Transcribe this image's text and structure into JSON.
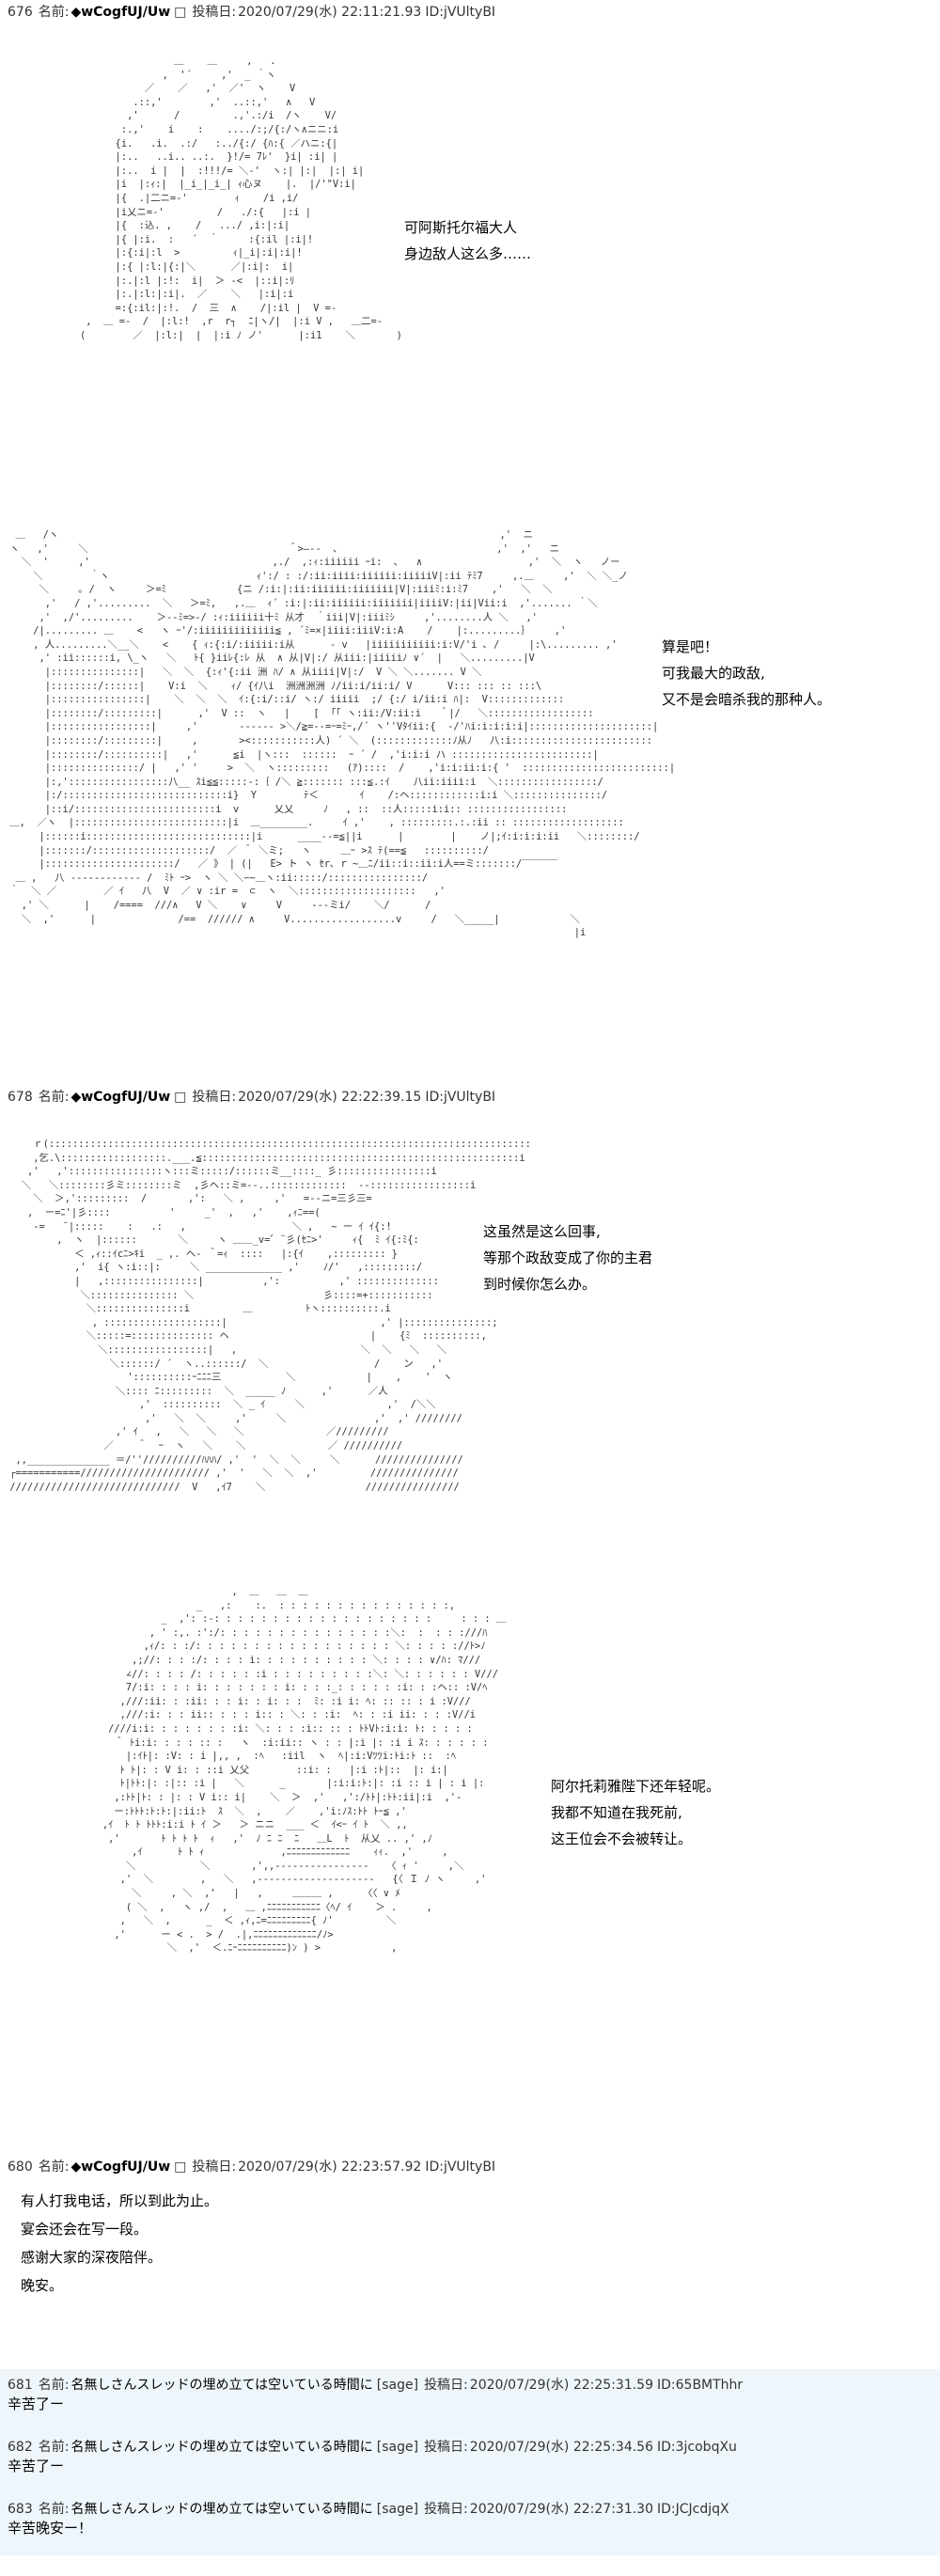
{
  "posts": {
    "p676": {
      "num": "676",
      "name_label": "名前:",
      "name": "◆wCogfUJ/Uw",
      "icon": "□",
      "posted_label": "投稿日:",
      "date": "2020/07/29(水) 22:11:21.93",
      "id": "ID:jVUltyBI",
      "dialogue1": [
        "可阿斯托尔福大人",
        "身边敌人这么多……"
      ],
      "dialogue2": [
        "算是吧！",
        "可我最大的政敌,",
        "又不是会暗杀我的那种人。"
      ]
    },
    "p678": {
      "num": "678",
      "name_label": "名前:",
      "name": "◆wCogfUJ/Uw",
      "icon": "□",
      "posted_label": "投稿日:",
      "date": "2020/07/29(水) 22:22:39.15",
      "id": "ID:jVUltyBI",
      "dialogue1": [
        "这虽然是这么回事,",
        "等那个政敌变成了你的主君",
        "到时候你怎么办。"
      ],
      "dialogue2": [
        "阿尔托莉雅陛下还年轻呢。",
        "我都不知道在我死前,",
        "这王位会不会被转让。"
      ]
    },
    "p680": {
      "num": "680",
      "name_label": "名前:",
      "name": "◆wCogfUJ/Uw",
      "icon": "□",
      "posted_label": "投稿日:",
      "date": "2020/07/29(水) 22:23:57.92",
      "id": "ID:jVUltyBI",
      "lines": [
        "有人打我电话，所以到此为止。",
        "宴会还会在写一段。",
        "感谢大家的深夜陪伴。",
        "晚安。"
      ]
    }
  },
  "replies": [
    {
      "num": "681",
      "name_label": "名前:",
      "name": "名無しさんスレッドの埋め立ては空いている時間に",
      "sage": "[sage]",
      "posted_label": "投稿日:",
      "date": "2020/07/29(水) 22:25:31.59",
      "id": "ID:65BMThhr",
      "msg": "辛苦了ー"
    },
    {
      "num": "682",
      "name_label": "名前:",
      "name": "名無しさんスレッドの埋め立ては空いている時間に",
      "sage": "[sage]",
      "posted_label": "投稿日:",
      "date": "2020/07/29(水) 22:25:34.56",
      "id": "ID:3jcobqXu",
      "msg": "辛苦了ー"
    },
    {
      "num": "683",
      "name_label": "名前:",
      "name": "名無しさんスレッドの埋め立ては空いている時間に",
      "sage": "[sage]",
      "posted_label": "投稿日:",
      "date": "2020/07/29(水) 22:27:31.30",
      "id": "ID:JCJcdjqX",
      "msg": "辛苦晚安ー！"
    }
  ],
  "ascii_art": {
    "aa1": "                    ＿    ＿     ,   .\n                  ,  '´     ,'  _ ｀ヽ\n               ／    ／   ,'  ／'  ヽ    V\n             .::,'        ,'  ..::,'   ∧   V\n            ,'      /         .,'.:/i  /ヽ    V/\n           :.,'    i    :    ..../:;/{:/ヽ∧ニニ:i\n          {i.   .i.  .:/   :../{:/ {ﾊ:{ ／ハニ:{|\n          |:..   ..i.. ..:.  }!/= 7ﾚ'  }i| :i| |\n          |:..  i |  |  :!!!/= ＼-'  ヽ:| |:|  |:| i|\n          |i  |:ｨ:|  |_i_|_i_| ｨ心ヌ    |.  |/'\"V:i|\n          |{  .|二ニ=-'        ｨ    /i ,i/\n          |i乂ニ=-'         /   ./:{   |:i |\n          |{  :込. ,    /   .../ ,i:|:i|\n          |{ |:i.  :   ´  ｀     :{:il |:i|!\n          |:{:i|:l  >         ｨ|_i|:i|:i|!\n          |:{ |:l:|{:|＼      ／|:i|:  i|\n          |:.|:l |:!:  i|  ＞ -<  |::i|:ﾘ\n          |:.|:l:|:i|.  ／    ＼   |:i|:i\n          =:{:il:|:!.  /  三  ∧    /|:il |  V =-\n     ,  ＿ =-  /  |:l:!  ,r  r┐  ﾆ|ヽ/|  |:i V ,   ＿二=-\n    (        ／  |:l:|  |  |:i ﾉ ノ'      |:i1    ＼       )",
    "aa2": "  ＿   /ヽ                                                                           ,'  ニ\n ヽ   ,'     ＼                                  ＾>―--  ､                           ,'  ,'   ニ\n   ＼  '     ,'                               ,./  ,:ｨ:iiiiii ｰi:  ､   ∧                  ,'  ＼  ヽ   ノー\n     ＼        ｀ヽ                         ｨ':/ : :/:ii:iiii:iiiiii:iiiiiV|:ii ﾃﾐ7     ,.＿     ,'  ＼ ＼_ノ\n      ＼     ｡ /  ヽ     ＞=ﾐ            {ニ /:i:|:ii:iiiiii:iiiiiii|V|:iiiﾐ:i:ﾐ7    ,'   ＼  ＼\n       ,'   / ,'.........  ＼   ＞=ﾐ,   ,.＿  ｨ´ :i:|:ii:iiiiii:iiiiiii|iiiiV:|ii|Vii:i  ,'....... ｀＼\n      ,'  ,/'.........    ＞--ﾐ=>-/ :ｨ:iiiiii十ﾐ 从才  ｀iii|V|:iiiﾐｼ     ,'........人 ＼   ,'\n     /|......... ＿    <   ヽ ｰ'/:iiiiiiiiiiiii≦ , ´ﾐ=×|iiii:iiiV:i:A    /    |:.........｝    ,'\n     , 人.........＼__＼    <    { ｨ:{:i/:iiiii:i从      - v   |iiiiiiiiiii:i:V/'i ､ /     |:\\......... ,'\n      ,' :ii::::::i, \\_ヽ   ＼   ﾄ{ }iiﾚ{:ﾚ 从  ∧ 从|V|:/ 从iii:|iiiiiﾉ ∨´  |   ＼.........|V\n       |:::::::::::::::|   ＼  ＼  {:ｨ'{:ii 洲 ﾊ/ ∧ 从iiii|V|:/  V ＼ ＼....... V ＼\n       |::::::::/::::::|    V:i  ＼    ｨ/ {ｲ八i  洲洲洲洲 ﾉ/ii:i/ii:i/ V      V::: ::: :: :::\\\n       |::::::::::::::::|    ＼  ＼  ＼  ｲ:{:i/::i/ ヽ:/ iiiii  ;/ {:/ i/ii:i ﾊ|:  V:::::::::::::\n       |::::::::/:::::::::|      ,'  V ::  ヽ   |    [  ｢｢ ヽ:ii:/V:ii:i   ＾|/   ＼::::::::::::::::::\n       |:::::::::::::::::|     ,'       ------ >＼/≧=-‐=ｰ=ﾐｰ,/´ ヽ''Vﾀｲii:{  -/'ﾊi:i:i:i:i|:::::::::::::::::::::|\n       |::::::::/:::::::::|     ,       ><:::::::::::人) ´ ＼  (:::::::::::::ﾉ从ﾉ   八:i::::::::::::::::::::::::\n       |::::::::/::::::::::|   ,'      ≦i  |ヽ:::  ::::::  ｰ ´ /  ,'i:i:i ハ ::::::::::::::::::::::::|\n       |:::::::::::::::/ |   ,' '     >  ＼  ヽ:::::::::   (ｱ)::::  /    ,'i:i:ii:i:{ '  :::::::::::::::::::::::::|\n       |:,':::::::::::::::::八__ ｽi≦≦:::::-:｛ /＼ ≧::::::: :::≦.:ｲ    八ii:iiii:i  ＼:::::::::::::::::/\n       |:/::::::::::::::::::::::::::::i}  Y        ﾃ＜       ｲ    /:ヘ::::::::::::i:i ＼:::::::::::::::/\n       |::i/::::::::::::::::::::::::i  v      乂乂     ﾉ   , ::  ::人:::::i:i:: :::::::::::::::::\n ＿,  ／ヽ  |::::::::::::::::::::::::::|i  ＿________.     ｲ ,'    , :::::::::.:.:ii :: :::::::::::::::::::\n      |::::::i::::::::::::::::::::::::::::|i      ____--=≦||i      |        |    ノ|;ｲ:i:i:i:ii   ＼::::::::/\n      |:::::::/::::::::::::::::::::/  ／ ＾ ＼ミ;   ヽ     ＿ｰ >ｽ ﾃ(==≦   ::::::::::/\n      |::::::::::::::::::::::/   ／ 》 | (|   E> ト ヽ ｾr､ r ~＿ﾆ/ii::i::ii:i人==ミ:::::::/‾‾‾‾‾‾\n  ＿ ,   八 ‐‐‐‐‐‐‐‐‐‐‐‐ /  ﾐﾄ ｰ>  ヽ ＼ ＼∽~＿ヽ:ii:::::/::::::::::::::::/\n ｀  ＼ ／        ／ ｲ   八  V  ／ ∨ :ir =  ⊂  ヽ  ＼::::::::::::::::::::   ,'\n   ,' ＼      |    /====  ///∧   V ＼    ∨     V     ‐‐‐ミi/    ＼/      /\n   ＼  ,'      |              /==  ////// ∧     V..................v     /   ＼_____|            ＼\n                                                                                                 |i",
    "aa3": "     ｒ(:::::::::::::::::::::::::::::::::::::::::::::::::::::::::::::::::::::::::::::::::::::::::::::i\n     ,乞.\\::::::::::::::::::.___.≦::::::::::::::::::::::::::::::::::::::::::::::::::::::i\n    ,'   ,'::::::::::::::::ヽ:::ミ:::::/::::::ミ__::::_ 彡::::::::::::::::i\n   ＼   ＼::::::::彡ミ::::::::ミ  ,彡ヘ::ミ=‐-..:::::::::::::  --:::::::::::::::::i\n     ＼  ＞,':::::::::  /       ,':   ＼ ,     ,'   =-‐ニ=三彡三=\n    ,  ー=ﾆ'|彡::::          '     _'  ,   ,'    ,ｨﾆ==(\n     -=   ¨|:::::    :   .:   ,                  ＼ ,   ~ ー ｲ ｲ{:!\n         ,  ヽ  |::::::       ＼     ヽ ＿＿_v=゛¨彡(ｾﾆ>'     ｨ{  ﾐ ｲ{:ﾐ{:\n            ＜ ,ｨ::ｲcﾆ>ｷi  _ ,. ヘ‐ ＾=ｨ  ::::   |:{ｲ    ,::::::::: }\n            ,'  i{ ヽ:i::|:     ＼ _____________ ,'    ﾉ/'   ,:::::::::/\n            |   ,::::::::::::::::|          ,':          ,' ::::::::::::::\n             ＼::::::::::::::: ＼                      彡::::=+:::::::::::\n              ＼:::::::::::::::i         ＿         ﾄヽ::::::::::.i\n               , ::::::::::::::::::::|                          ,' |:::::::::::::::;\n              ＼:::::=:::::::::::::: ヘ                        |    {ﾐ  ::::::::::,\n                ＼:::::::::::::::::|   ,                     ＼  ＼   ＼   ＼\n                  ＼::::::/ ´  ヽ..::::::/  ＼                  /    ン   ,'\n                     '::::::::::ｰﾆﾆﾆ三           ＼            |    ,    '  ヽ\n                   ＼:::: ﾆ:::::::::  ＼  _____ ﾉ      ,'      ／人\n                       ,'  ::::::::::  ＼ _ ｲ     ＼              ,'  /＼＼\n                        ,'   ＼  ＼     ,'     ＼               ,'  ,' ////////\n                   ,' ｲ   ,   ＼   ＼   ＼              ／/////////\n                 ／    ＾  ｰ  ヽ   ＼    ＼              ／ //////////\n  ,,______________ ＝/''//////////ﾊﾊﾊ/ ,'  '  ＼  ＼     ＼      ///////////////\n ┌===========////////////////////// ,'  '   ＼  ＼  ,'         ///////////////\n /////////////////////////////  V   ,ｲ7    ＼                 ////////////////",
    "aa4": "                                 ,  ＿   ＿  ＿\n                           _   ,:    :.  : : : : : : : : : : : : : : :,\n                     _  ,': :-: : : : : : : : : : : : : : : : : : :     : : : ＿\n                   , ' :,. :':/: : : : : : : : : : : : : : :＼:  :  : : :///ﾊ\n                  ,ｨ/: : :/: : : : : : : : : : : : : : : : : ＼: : : : ://ﾄ>ﾉ\n                ,;//: : : :/: : : : i: : : : : : : : : : ＼: : : : ∨/ﾊ: ﾏ///\n               ∠//: : : : /: : : : : :i : : : : : : : : :＼: ＼: : : : : : V///\n               7/:i: : : : i: : : : : : : i: : : :_: : : : : :i: : :ヘ:: :V/ﾍ\n              ,///:ii: : :ii: : : i: : i: : :  ﾐ: :i i: ﾍ: :: :: : i :V///\n              ,///:i: : : ii:: : : : i:: : ＼: : :i:  ﾍ: : :i ii: : : :V//i\n            ////i:i: : : : : : : :i: ＼: : : :i:: :: : ﾄﾄVﾄ:i:i: ﾄ: : : : :\n             ＾ ﾄi:i: : : : :: :   ヽ  :i:ii:: ヽ : : |:i |: :i i ｽ: : : : : :\n               |:ｲﾄ|: :V: : i |,, ,  :ﾍ   :iil  ヽ  ﾍ|:i:Vﾂﾂi:ﾄi:ﾄ ::  :ﾍ\n              ﾄ ﾄ|: : V i: : ::i 乂父        ::i: :   |:i :ﾄ|::  |: i:|\n              ﾄ|ﾄﾄ:|: :|:: :i |   ＼      _       |:i:i:ﾄ:|: :i :: i | : i |:\n             ,:ﾄﾄ|ﾄ: : |: : V i:: i|    ＼  ＞  ,'   ,':/ﾄﾄ|:ﾄﾄ:ii|:i  ,'‐\n             ー:ﾄﾄﾄ:ﾄ:ﾄ:|:ii:ﾄ  ｽ  ＼  ,    ／    ,'i:ﾉｽ:ﾄﾄ ﾄｰ≦ ,'\n           ,ｲ  ﾄ ﾄ ﾄﾄﾄ:i:i ﾄ ｲ ＞   ＞ ニニ  ___ ＜  ｲ<ｰ ｲ ﾄ  ＼ ,,\n            ,'       ﾄ ﾄ ﾄ ﾄ  ｨ   ,'  ﾉ ﾆ ﾆ  ﾆ   ＿L  ﾄ  从乂 .. ,' ,ﾉ\n                ,ｲ      ﾄ ﾄ ｨ             ,ﾆﾆﾆﾆﾆﾆﾆﾆﾆﾆﾆﾆﾆ    ｨｨ.  ,'     ,\n               ＼           ＼       ,',,‐‐‐‐‐‐‐‐‐‐‐‐‐‐‐‐   〈 ｨ '     ,＼\n              ,'  ＼        ,   ＼   ,‐‐‐‐‐‐‐‐‐‐‐‐‐‐‐‐‐‐‐‐   {〈 Ｉ ﾉ ヽ     ,'\n                ＼     , ＼  ,'   |   ,     ＿＿＿ ,     〈〈 ∨ ﾒ\n               ( ＼  ,   ヽ ,/  ,   ＿ ,ﾆﾆﾆﾆﾆﾆﾆﾆﾆﾆﾆ〈ﾍ/ ｲ    ＞ .     ,\n              ,   ＼  ,      _  ＜ ,ｨ,ﾆ=ﾆﾆﾆﾆﾆﾆﾆﾆﾆ{ ﾉ'         ＼\n             ,'      ー < .  > /  .|,ﾆﾆﾆﾆﾆﾆﾆﾆﾆﾆﾆﾆﾆ/ﾉ>\n                      ＼  ,'  ＜.ﾆｰﾆﾆﾆﾆﾆﾆﾆﾆﾆﾆ)ﾝ ) >            ,"
  }
}
